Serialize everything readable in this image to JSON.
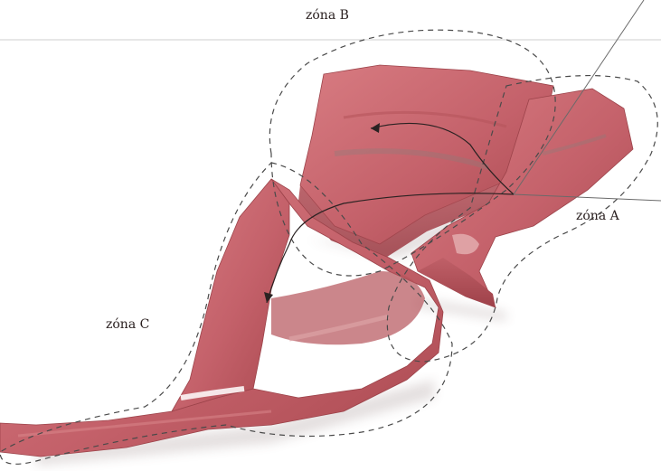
{
  "labels": {
    "zone_b": "zóna B",
    "zone_a": "zóna A",
    "zone_c": "zóna C"
  },
  "colors": {
    "background": "#ffffff",
    "tissue_fill": "#c9656b",
    "tissue_dark": "#a8474f",
    "tissue_highlight": "#dc8a8e",
    "cut_surface": "#b8565e",
    "dashed_outline": "#4a4a4a",
    "arrow_line": "#2a2222",
    "leader_line": "#6a6a6a"
  }
}
